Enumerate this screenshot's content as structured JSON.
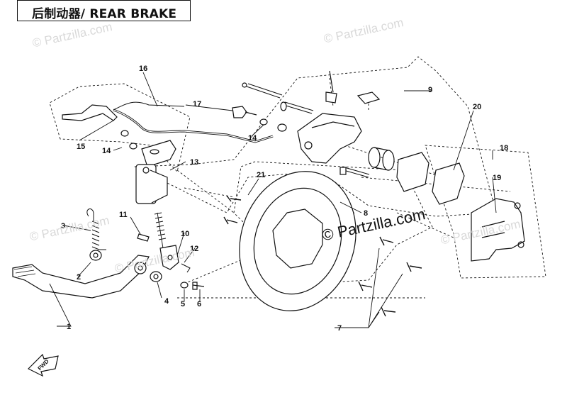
{
  "title": "后制动器/ REAR BRAKE",
  "watermarks": [
    "© Partzilla.com",
    "© Partzilla.com",
    "© Partzilla.com",
    "© Partzilla.com",
    "© Partzilla.com"
  ],
  "main_watermark": "© Partzilla.com",
  "fwd_label": "FWD",
  "callouts": [
    "1",
    "2",
    "3",
    "4",
    "5",
    "6",
    "7",
    "8",
    "9",
    "10",
    "11",
    "12",
    "13",
    "14",
    "14",
    "15",
    "16",
    "17",
    "18",
    "19",
    "20",
    "21"
  ],
  "colors": {
    "line": "#111111",
    "watermark": "#d9d9d9",
    "background": "#ffffff"
  }
}
